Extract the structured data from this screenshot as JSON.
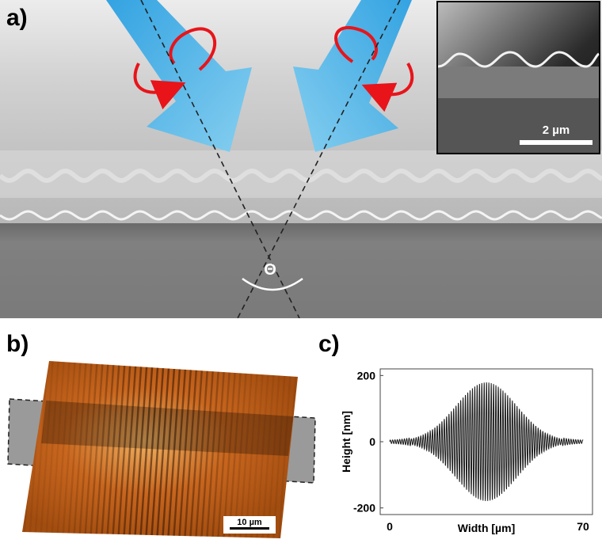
{
  "panels": {
    "a": {
      "label": "a)",
      "angle_symbol": "Θ",
      "inset_scale_bar": "2 µm"
    },
    "b": {
      "label": "b)",
      "scale_bar": "10 µm"
    },
    "c": {
      "label": "c)"
    }
  },
  "colors": {
    "beam": "#3aa8e6",
    "rotation_arrow": "#e8141a",
    "afm_surface": "#c8661e",
    "trace": "#1a1a1a"
  },
  "chart_data": {
    "type": "line",
    "title": "",
    "xlabel": "Width [µm]",
    "ylabel": "Height [nm]",
    "xlim": [
      0,
      70
    ],
    "ylim": [
      -220,
      220
    ],
    "xticks": [
      0,
      70
    ],
    "yticks": [
      -200,
      0,
      200
    ],
    "grid": false,
    "series": [
      {
        "envelope": "gaussian",
        "center_x": 35,
        "peak_amplitude": 180,
        "envelope_sigma": 11,
        "period": 0.85
      }
    ]
  }
}
